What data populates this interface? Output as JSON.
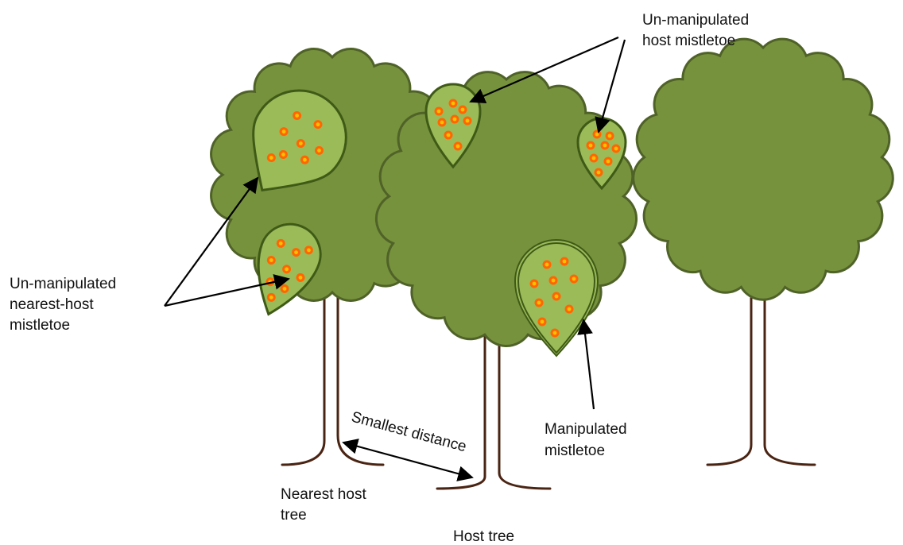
{
  "colors": {
    "canopy_fill": "#76923c",
    "canopy_stroke": "#4f6228",
    "mistletoe_fill": "#9bbb59",
    "mistletoe_stroke": "#3f5a16",
    "berry_fill": "#ff6600",
    "berry_center": "#ffc000",
    "trunk": "#4a2413",
    "arrow": "#000000",
    "text": "#111111"
  },
  "labels": {
    "unmanipulated_host_line1": "Un-manipulated",
    "unmanipulated_host_line2": "host mistletoe",
    "nearest_host_mistletoe_line1": "Un-manipulated",
    "nearest_host_mistletoe_line2": "nearest-host",
    "nearest_host_mistletoe_line3": "mistletoe",
    "manipulated_line1": "Manipulated",
    "manipulated_line2": "mistletoe",
    "smallest_distance": "Smallest distance",
    "nearest_host_tree_line1": "Nearest host",
    "nearest_host_tree_line2": "tree",
    "host_tree": "Host tree"
  }
}
